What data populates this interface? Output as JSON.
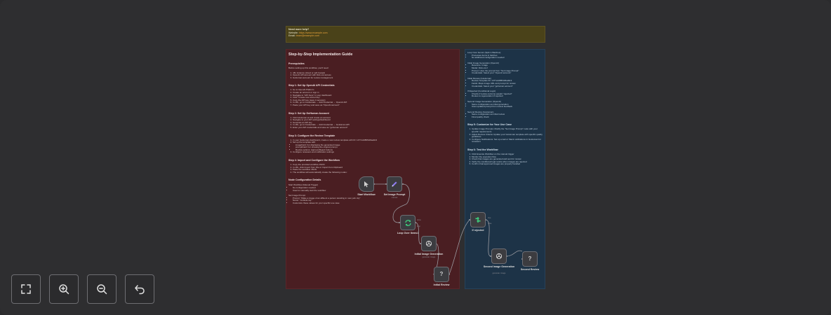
{
  "help_note": {
    "title": "Need more help?",
    "website_label": "Website: ",
    "website_value": "https://www.example.com",
    "email_label": "Email: ",
    "email_value": "team@example.com"
  },
  "guide": {
    "title": "Step-by-Step Implementation Guide",
    "prereq_title": "Prerequisites",
    "prereq_intro": "Before setting up this workflow, you'll need:",
    "prereq_items": [
      "n8n instance (cloud or self-hosted)",
      "OpenAI API account with DALL-E access",
      "GoHuman account for review management"
    ],
    "step1_title": "Step 1: Set Up OpenAI API Credentials",
    "step1_items": [
      "Go to OpenAI Platform",
      "Create an account or sign in",
      "Navigate to \"API Keys\" in your dashboard",
      "Click \"Create new secret key\"",
      "Copy the API key (save it securely)",
      "In n8n, go to Credentials → Add Credential → OpenAI API",
      "Paste your API key and save as \"OpenAI account\""
    ],
    "step2_title": "Step 2: Set Up GoHuman Account",
    "step2_items": [
      "Visit GoHuman.ai and create an account",
      "Navigate to your API settings/dashboard",
      "Generate an API key",
      "In n8n, go to Credentials → Add Credential → GoHuman API",
      "Enter your API credentials and save as \"gohuman account\""
    ],
    "step3_title": "Step 3: Configure the Review Template",
    "step3_items": [
      "In your GoHuman dashboard, create a new review template with ID: 1477e4d86f4d0aa9c3",
      "Set up the template with:"
    ],
    "step3_sub": [
      "imageField: For displaying the generated image",
      "promptField: For showing the original prompt",
      "Review options: Approve/Reject buttons"
    ],
    "step3_tail": [
      "Configure reviewers and notification settings"
    ],
    "step4_title": "Step 4: Import and Configure the Workflow",
    "step4_items": [
      "Copy the provided workflow JSON",
      "In n8n, click Import from File or Import from Clipboard",
      "Paste the workflow JSON",
      "The workflow will automatically create the following nodes:"
    ],
    "details_title": "Node Configuration Details",
    "start_title": "Start Workflow (Manual Trigger)",
    "start_items": [
      "No configuration needed",
      "Used to manually start the workflow"
    ],
    "prompt_title": "Set Image Prompt",
    "prompt_items": [
      "Prompt: \"Make a image of an affluent a person standing in new york city\"",
      "Name: \"mcdude ray\"",
      "Customize these values for your specific use case"
    ]
  },
  "guide2": {
    "loop_title": "Loop Over Items1 (Split in Batches)",
    "loop_items": [
      "Processes items in batches",
      "No additional configuration needed"
    ],
    "gen_title": "Initial Image Generation (OpenAI)",
    "gen_items": [
      "Resource: Image",
      "Model: DALL-E 2",
      "Prompt: Uses the prompt from \"Set Image Prompt\"",
      "Credentials: Select your \"OpenAI account\""
    ],
    "review_title": "Initial Review (GoHuman)",
    "review_items": [
      "Review Template ID: 1477e4d86f4d0aa9c3",
      "Fields: Maps image URL and prompt for review",
      "Credentials: Select your \"gohuman account\""
    ],
    "rejected_title": "If Rejected (Conditional Logic)",
    "rejected_items": [
      "Checks if review outcome equals \"rejected\"",
      "Routes to regeneration if rejected"
    ],
    "second_gen_title": "Second Image Generation (OpenAI)",
    "second_gen_items": [
      "Same configuration as initial generation",
      "Uses updated prompt from review feedback"
    ],
    "second_rev_title": "Second Review (GoHuman)",
    "second_rev_items": [
      "Same configuration as initial review",
      "Final quality check"
    ],
    "step5_title": "Step 5: Customize for Your Use Case",
    "step5_items": [
      "Update Image Prompts: Modify the \"Set Image Prompt\" node with your specific requirements",
      "Adjust Review Criteria: Update your GoHuman template with specific quality guidelines",
      "Configure Notifications: Set up email or Slack notifications in GoHuman for reviewers"
    ],
    "step6_title": "Step 6: Test the Workflow",
    "step6_items": [
      "Click Execute Workflow on the manual trigger",
      "Monitor the execution flow",
      "Check that images are generated and sent for review",
      "Verify the conditional logic works when images are rejected",
      "Confirm final approved images are properly handled"
    ]
  },
  "nodes": {
    "start": {
      "label": "Start Workflow",
      "icon": "cursor-icon"
    },
    "set_prompt": {
      "label": "Set Image Prompt",
      "sub": "manual",
      "icon": "pencil-icon"
    },
    "loop": {
      "label": "Loop Over Items1",
      "icon": "loop-icon"
    },
    "initial_gen": {
      "label": "Initial Image Generation",
      "sub": "generate: image",
      "icon": "openai-icon"
    },
    "initial_review": {
      "label": "Initial Review",
      "icon": "question-icon"
    },
    "if_rejected": {
      "label": "If rejected",
      "icon": "if-icon"
    },
    "second_gen": {
      "label": "Second Image Generation",
      "sub": "generate: image",
      "icon": "openai-icon"
    },
    "second_review": {
      "label": "Second Review",
      "icon": "question-icon"
    }
  },
  "edge_labels": {
    "loop_done": "done",
    "loop_loop": "loop",
    "if_true": "true",
    "if_false": "false"
  },
  "controls": [
    "fit-view-icon",
    "zoom-in-icon",
    "zoom-out-icon",
    "undo-icon"
  ]
}
